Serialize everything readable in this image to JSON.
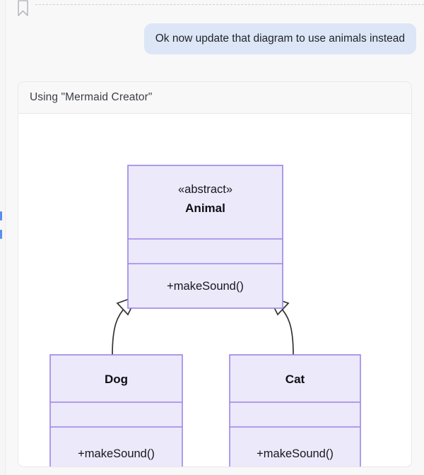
{
  "window": {
    "background_color": "#f6f6f7",
    "content_background_color": "#f8f8f9"
  },
  "left_rail": {
    "marker_color": "#5b8def",
    "marker_count": 2
  },
  "top_bar": {
    "bookmark_icon_name": "bookmark-icon",
    "divider_style": "dashed",
    "divider_color": "#cfcfd4"
  },
  "conversation": {
    "user_message": {
      "text": "Ok now update that diagram to use animals instead",
      "bubble_color": "#dce6f6",
      "text_color": "#1f2328",
      "align": "right"
    }
  },
  "tool_card": {
    "header_title": "Using \"Mermaid Creator\"",
    "header_background": "#f8f8f9",
    "border_color": "#e8e8ea",
    "body_background": "#ffffff"
  },
  "diagram": {
    "type": "uml-class-diagram",
    "node_fill": "#ece9fb",
    "node_stroke": "#9c85e4",
    "edge_color": "#333333",
    "relationship_type": "inheritance",
    "classes": [
      {
        "id": "animal",
        "stereotype": "«abstract»",
        "name": "Animal",
        "attributes": [],
        "methods": [
          "+makeSound()"
        ]
      },
      {
        "id": "dog",
        "stereotype": "",
        "name": "Dog",
        "attributes": [],
        "methods": [
          "+makeSound()"
        ]
      },
      {
        "id": "cat",
        "stereotype": "",
        "name": "Cat",
        "attributes": [],
        "methods": [
          "+makeSound()"
        ]
      }
    ],
    "edges": [
      {
        "from": "dog",
        "to": "animal",
        "kind": "inheritance"
      },
      {
        "from": "cat",
        "to": "animal",
        "kind": "inheritance"
      }
    ]
  }
}
